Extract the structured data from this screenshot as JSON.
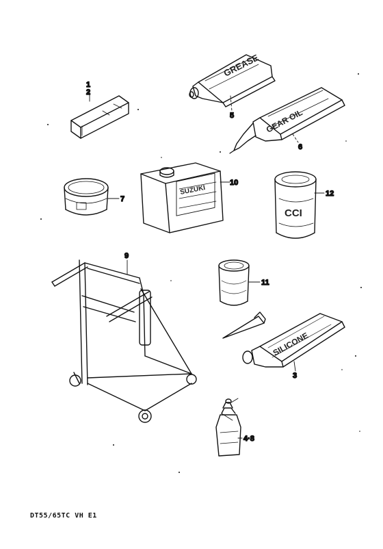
{
  "parts": [
    {
      "callout": "1"
    },
    {
      "callout": "2"
    },
    {
      "callout": "5",
      "label": "GREASE"
    },
    {
      "callout": "6",
      "label": "GEAR OIL"
    },
    {
      "callout": "10",
      "label": "SUZUKI"
    },
    {
      "callout": "12",
      "label": "CCI"
    },
    {
      "callout": "7"
    },
    {
      "callout": "9"
    },
    {
      "callout": "11"
    },
    {
      "callout": "3",
      "label": "SILICONE"
    },
    {
      "callout": "4·8"
    }
  ],
  "footer": "DT55/65TC VH E1",
  "colors": {
    "ink": "#111111",
    "paper": "#ffffff"
  }
}
